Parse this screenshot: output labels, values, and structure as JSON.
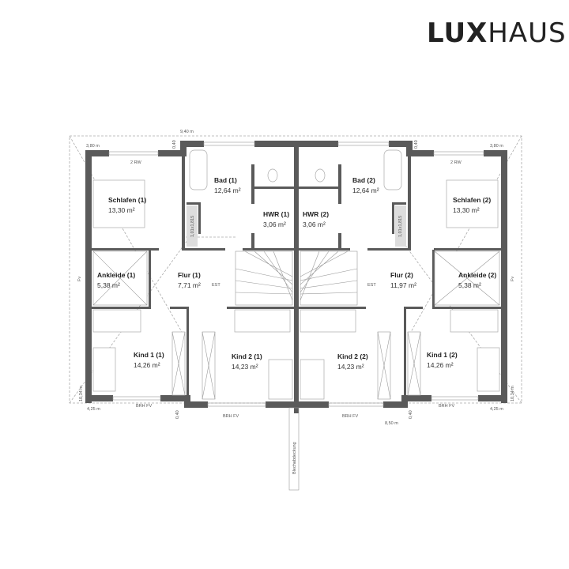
{
  "logo": {
    "text": "LUX",
    "text2": "HAUS",
    "dot": ".",
    "accent_color": "#c4122f"
  },
  "rooms": {
    "schlafen1": {
      "name": "Schlafen (1)",
      "area": "13,30 m²"
    },
    "bad1": {
      "name": "Bad (1)",
      "area": "12,64 m²"
    },
    "hwr1": {
      "name": "HWR (1)",
      "area": "3,06 m²"
    },
    "ankleide1": {
      "name": "Ankleide (1)",
      "area": "5,38 m²"
    },
    "flur1": {
      "name": "Flur (1)",
      "area": "7,71 m²"
    },
    "kind1_1": {
      "name": "Kind 1 (1)",
      "area": "14,26 m²"
    },
    "kind2_1": {
      "name": "Kind 2 (1)",
      "area": "14,23 m²"
    },
    "schlafen2": {
      "name": "Schlafen (2)",
      "area": "13,30 m²"
    },
    "bad2": {
      "name": "Bad (2)",
      "area": "12,64 m²"
    },
    "hwr2": {
      "name": "HWR (2)",
      "area": "3,06 m²"
    },
    "ankleide2": {
      "name": "Ankleide (2)",
      "area": "5,38 m²"
    },
    "flur2": {
      "name": "Flur (2)",
      "area": "11,97 m²"
    },
    "kind2_2": {
      "name": "Kind 2 (2)",
      "area": "14,23 m²"
    },
    "kind1_2": {
      "name": "Kind 1 (2)",
      "area": "14,26 m²"
    }
  },
  "dimensions": {
    "top_width": "9,40 m",
    "left_top": "3,80 m",
    "right_top": "3,80 m",
    "wall_040": "0,40",
    "window_rw": "2 RW",
    "window_fv": "Fv",
    "depth": "10,34 m",
    "left_bottom": "4,25 m",
    "right_bottom": "4,25 m",
    "bottom_mid": "8,50 m",
    "brh": "BRH FV",
    "shaft": "1,01x1,815",
    "est": "EST",
    "blech": "Blechabdeckung"
  }
}
